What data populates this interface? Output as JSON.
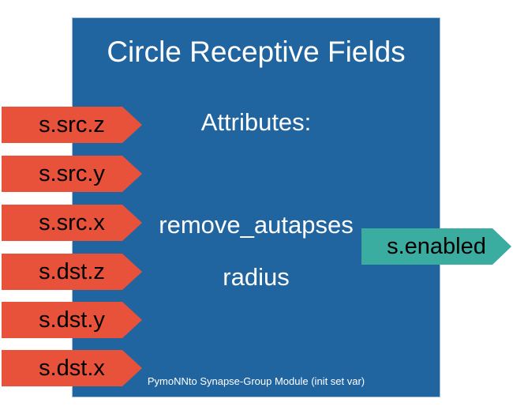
{
  "title": "Circle Receptive Fields",
  "attributes_heading": "Attributes:",
  "attributes": [
    "remove_autapses",
    "radius"
  ],
  "inputs": [
    "s.src.z",
    "s.src.y",
    "s.src.x",
    "s.dst.z",
    "s.dst.y",
    "s.dst.x"
  ],
  "output": "s.enabled",
  "footer": "PymoNNto Synapse-Group Module (init set var)",
  "colors": {
    "module_box": "#2165a0",
    "input_arrow": "#e8513a",
    "output_arrow": "#3baca0",
    "box_text": "#ffffff",
    "arrow_text": "#000000"
  }
}
